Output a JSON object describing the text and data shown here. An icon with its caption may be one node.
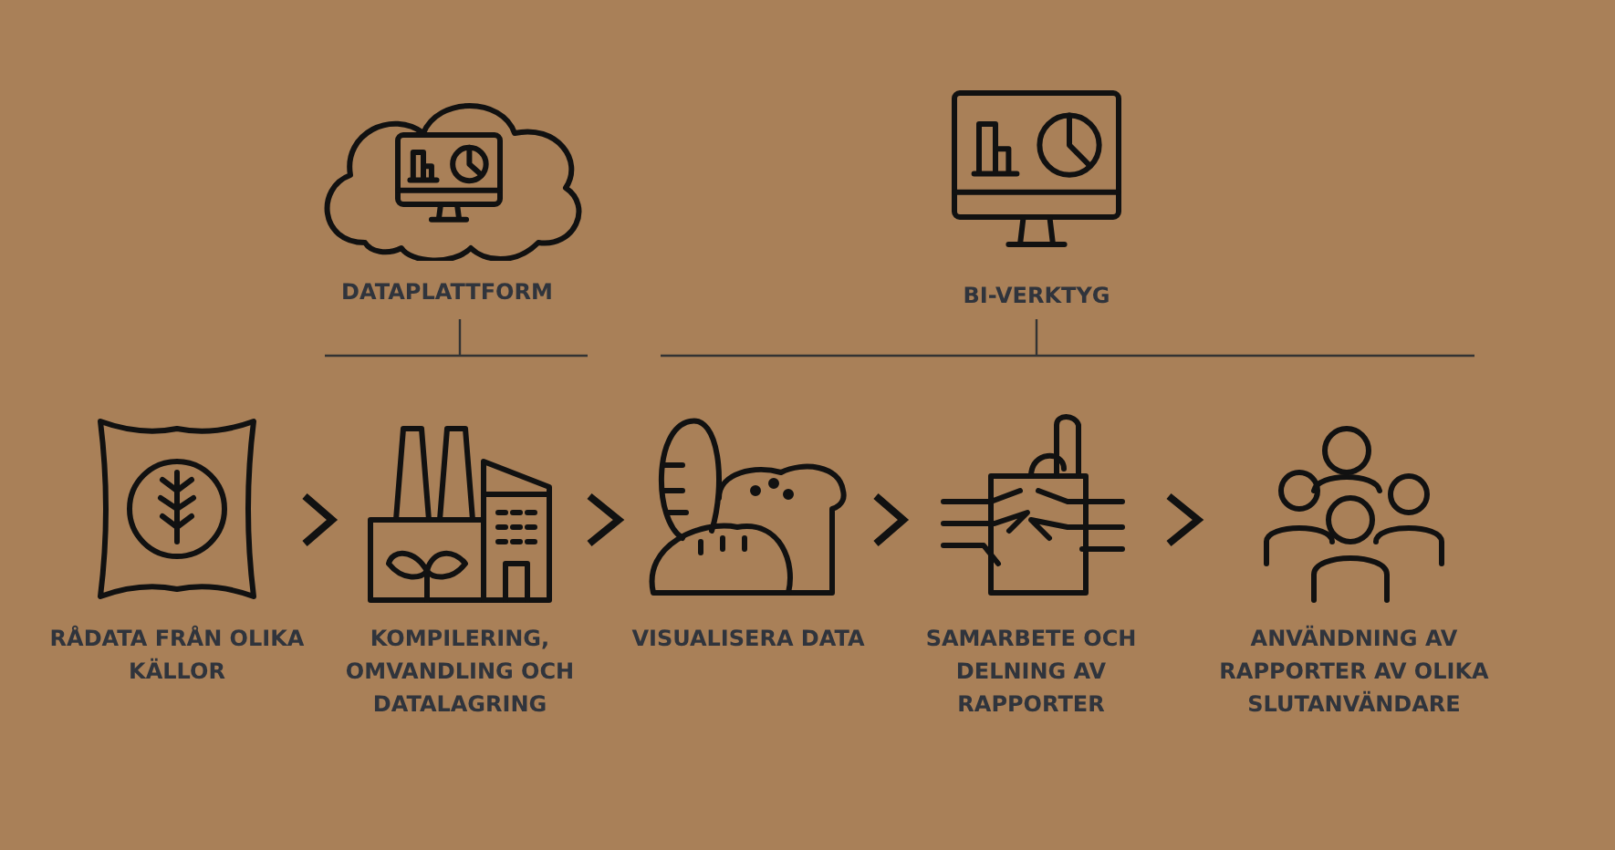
{
  "diagram": {
    "nodes": [
      {
        "text": [
          "DATAPLATTFORM"
        ]
      },
      {
        "text": [
          "BI-VERKTYG"
        ]
      },
      {
        "text": [
          "RÅDATA FRÅN OLIKA KÄLLOR"
        ]
      },
      {
        "text": [
          "KOMPILERING, OMVANDLING OCH DATALAGRING"
        ]
      },
      {
        "text": [
          "VISUALISERA DATA"
        ]
      },
      {
        "text": [
          "SAMARBETE OCH DELNING AV RAPPORTER"
        ]
      },
      {
        "text": [
          "ANVÄNDNING AV RAPPORTER AV OLIKA SLUTANVÄNDARE"
        ]
      }
    ],
    "edges": [
      {
        "from": 2,
        "to": 3,
        "arrow": "to"
      },
      {
        "from": 3,
        "to": 4,
        "arrow": "to"
      },
      {
        "from": 4,
        "to": 5,
        "arrow": "to"
      },
      {
        "from": 5,
        "to": 6,
        "arrow": "to"
      }
    ]
  }
}
